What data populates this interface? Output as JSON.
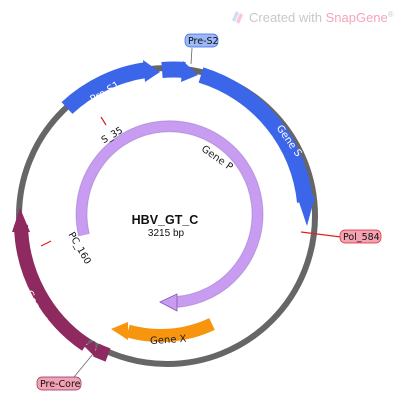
{
  "watermark": {
    "text_prefix": "Created with ",
    "brand": "SnapGene",
    "reg": "®"
  },
  "map": {
    "name": "HBV_GT_C",
    "length": "3215 bp"
  },
  "features": {
    "pre_s1": "Pre-S1",
    "pre_s2": "Pre-S2",
    "gene_s": "Gene S",
    "gene_p": "Gene P",
    "gene_x": "Gene X",
    "gene_c": "Gene C",
    "pre_core": "Pre-Core"
  },
  "sites": {
    "s35": "S_35",
    "pc160": "PC_160",
    "pol584": "Pol_584"
  },
  "colors": {
    "backbone": "#666666",
    "blue": "#3b66ea",
    "purple": "#c89cf0",
    "orange": "#f7960e",
    "maroon": "#8e2a5f",
    "tag_blue": "#9db8f7",
    "tag_pink": "#f4a3b5",
    "cut_red": "#dd2222",
    "brand": "#f39bb2"
  }
}
